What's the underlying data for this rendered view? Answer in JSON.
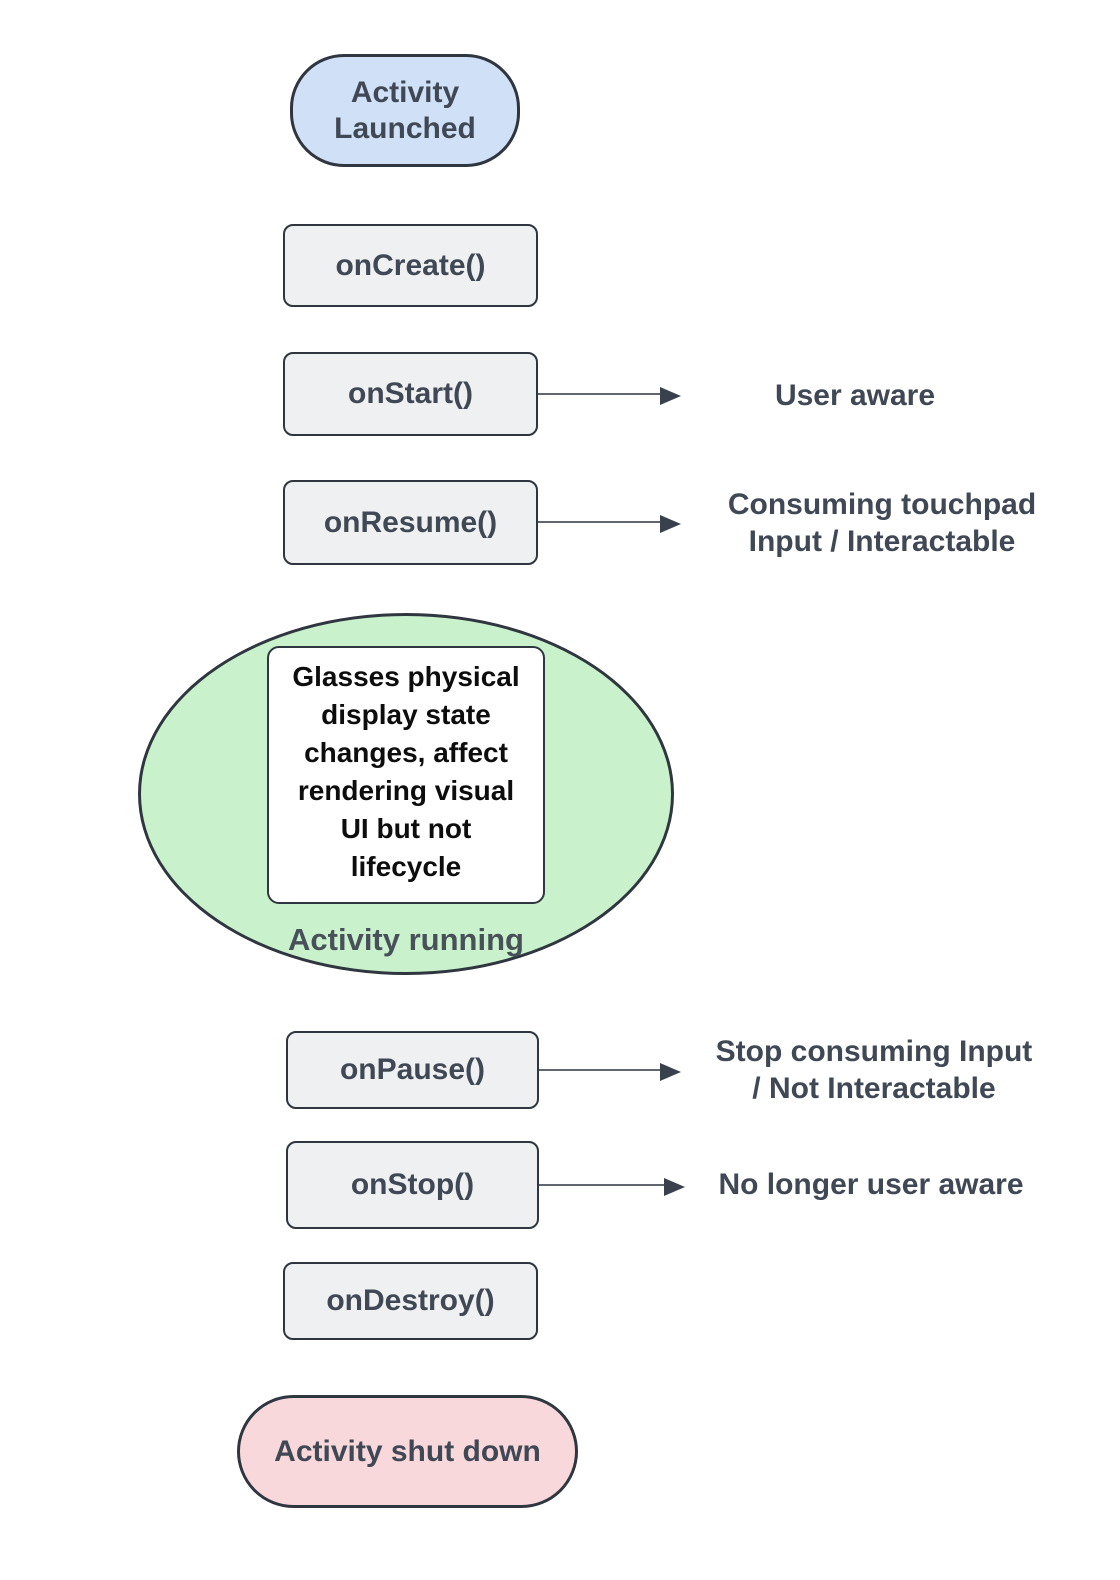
{
  "colors": {
    "launched_fill": "#cfe0f7",
    "running_fill": "#c9f2cc",
    "shutdown_fill": "#f8d8da",
    "callback_fill": "#eef0f1",
    "outline": "#2f3640",
    "label_text": "#3f4854",
    "note_text": "#0d0d0d",
    "arrow_line": "#5f666d",
    "arrow_head": "#39424c"
  },
  "nodes": {
    "activity_launched": {
      "label": "Activity Launched"
    },
    "on_create": {
      "label": "onCreate()"
    },
    "on_start": {
      "label": "onStart()"
    },
    "on_resume": {
      "label": "onResume()"
    },
    "activity_running": {
      "label": "Activity running",
      "note_lines": [
        "Glasses physical",
        "display state",
        "changes, affect",
        "rendering visual",
        "UI but not",
        "lifecycle"
      ]
    },
    "on_pause": {
      "label": "onPause()"
    },
    "on_stop": {
      "label": "onStop()"
    },
    "on_destroy": {
      "label": "onDestroy()"
    },
    "activity_shut_down": {
      "label": "Activity shut down"
    }
  },
  "annotations": {
    "on_start": {
      "text": "User aware"
    },
    "on_resume": {
      "line1": "Consuming touchpad",
      "line2": "Input / Interactable"
    },
    "on_pause": {
      "line1": "Stop consuming Input",
      "line2": "/ Not Interactable"
    },
    "on_stop": {
      "text": "No longer user aware"
    }
  }
}
